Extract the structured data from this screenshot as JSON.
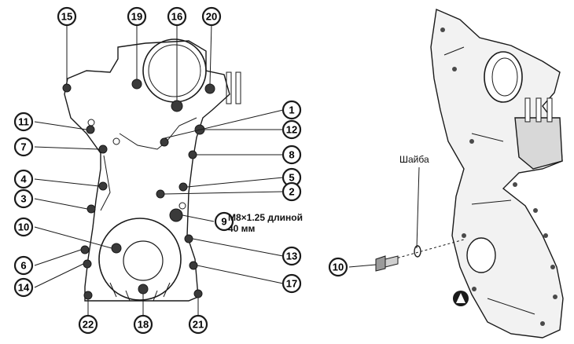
{
  "callouts": [
    {
      "label": "15"
    },
    {
      "label": "19"
    },
    {
      "label": "16"
    },
    {
      "label": "20"
    },
    {
      "label": "11"
    },
    {
      "label": "7"
    },
    {
      "label": "4"
    },
    {
      "label": "3"
    },
    {
      "label": "10"
    },
    {
      "label": "6"
    },
    {
      "label": "14"
    },
    {
      "label": "22"
    },
    {
      "label": "18"
    },
    {
      "label": "21"
    },
    {
      "label": "1"
    },
    {
      "label": "12"
    },
    {
      "label": "8"
    },
    {
      "label": "5"
    },
    {
      "label": "2"
    },
    {
      "label": "9"
    },
    {
      "label": "13"
    },
    {
      "label": "17"
    },
    {
      "label": "10"
    }
  ],
  "notes": {
    "bolt9_line1": "M8×1.25 длиной",
    "bolt9_line2": "40 мм",
    "washer": "Шайба"
  },
  "colors": {
    "line": "#1a1a1a",
    "part": "#555555",
    "shade": "#8a8a8a",
    "bg": "#ffffff"
  }
}
